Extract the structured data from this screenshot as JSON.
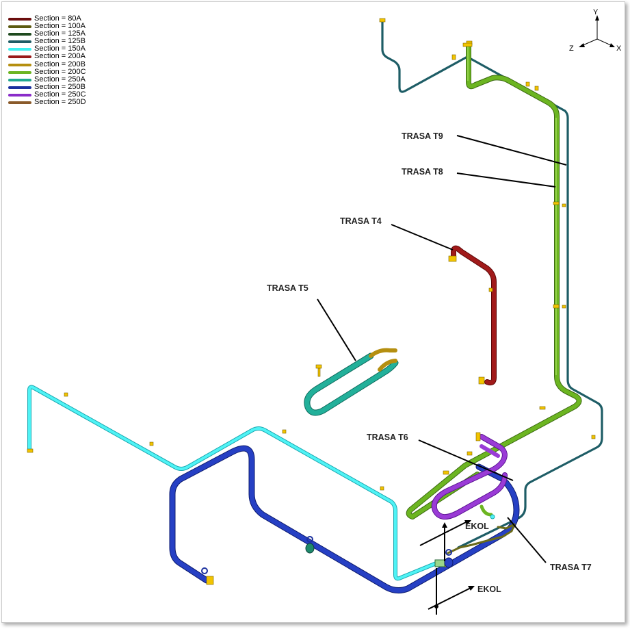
{
  "legend": [
    {
      "label": "Section = 80A",
      "color": "#6b0d0d"
    },
    {
      "label": "Section = 100A",
      "color": "#5c5a10"
    },
    {
      "label": "Section = 125A",
      "color": "#1f4a1f"
    },
    {
      "label": "Section = 125B",
      "color": "#1e5d66"
    },
    {
      "label": "Section = 150A",
      "color": "#3ef0f0"
    },
    {
      "label": "Section = 200A",
      "color": "#9a1a1a"
    },
    {
      "label": "Section = 200B",
      "color": "#b58f10"
    },
    {
      "label": "Section = 200C",
      "color": "#6cb521"
    },
    {
      "label": "Section = 250A",
      "color": "#20a890"
    },
    {
      "label": "Section = 250B",
      "color": "#1a2f9e"
    },
    {
      "label": "Section = 250C",
      "color": "#8a2cc9"
    },
    {
      "label": "Section = 250D",
      "color": "#8a5a2a"
    }
  ],
  "axes": {
    "y": "Y",
    "z": "Z",
    "x": "X"
  },
  "callouts": {
    "t9": "TRASA T9",
    "t8": "TRASA T8",
    "t4": "TRASA T4",
    "t5": "TRASA T5",
    "t6": "TRASA T6",
    "t7": "TRASA T7",
    "ekol_1": "EKOL",
    "ekol_2": "EKOL"
  }
}
